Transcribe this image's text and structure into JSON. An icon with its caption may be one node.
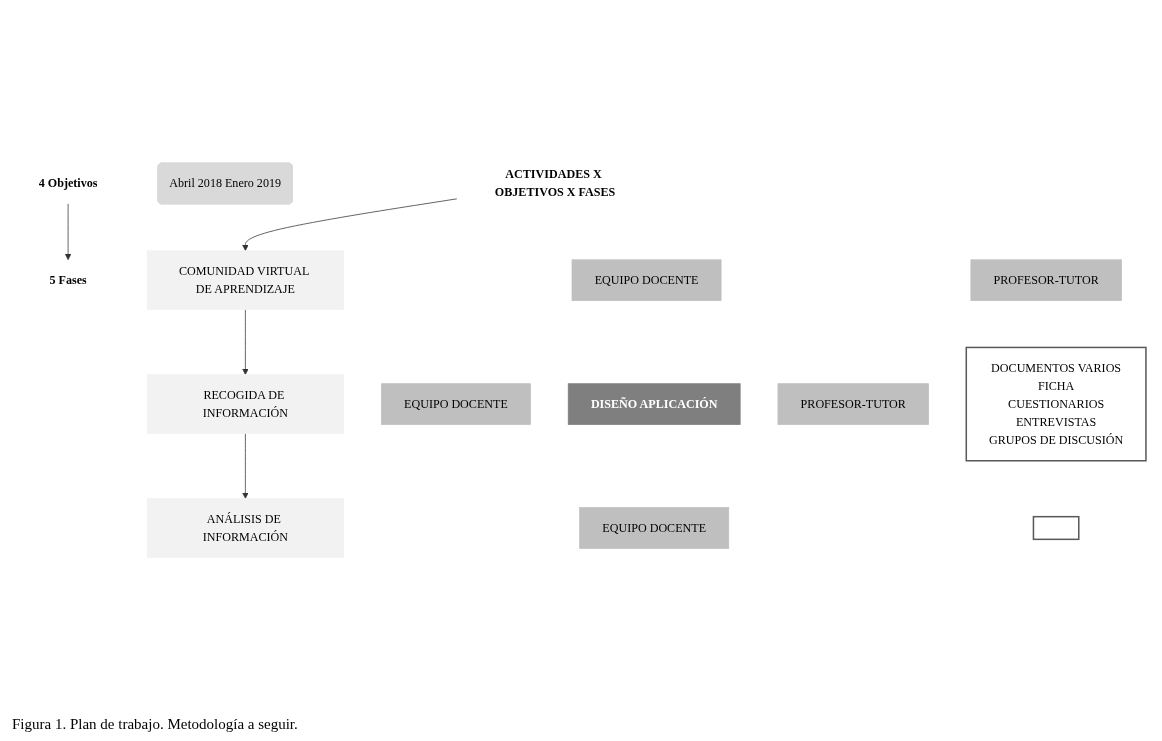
{
  "diagram": {
    "caption": "Figura 1. Plan de trabajo. Metodología a seguir.",
    "nodes": [
      {
        "text": [
          "4 Objetivos"
        ]
      },
      {
        "text": [
          "5 Fases"
        ]
      },
      {
        "text": [
          "Abril 2018 Enero 2019"
        ]
      },
      {
        "text": [
          "ACTIVIDADES X OBJETIVOS X FASES"
        ]
      },
      {
        "text": [
          "EQUIPO DOCENTE"
        ]
      },
      {
        "text": [
          "COMUNIDAD VIRTUAL DE APRENDIZAJE"
        ]
      },
      {
        "text": [
          "PROFESOR-TUTOR"
        ]
      },
      {
        "text": [
          "EQUIPO DOCENTE"
        ]
      },
      {
        "text": [
          "DISEÑO APLICACIÓN"
        ]
      },
      {
        "text": [
          "PROFESOR-TUTOR"
        ]
      },
      {
        "text": [
          "RECOGIDA DE INFORMACIÓN"
        ]
      },
      {
        "text": [
          "DOCUMENTOS VARIOS",
          "FICHA",
          "CUESTIONARIOS",
          "ENTREVISTAS",
          "GRUPOS DE DISCUSIÓN"
        ]
      },
      {
        "text": [
          "EQUIPO DOCENTE"
        ]
      },
      {
        "text": [
          "ANÁLISIS DE INFORMACIÓN"
        ]
      },
      {
        "text": [],
        "shape": "box"
      }
    ],
    "edges": [
      {
        "from": 0,
        "to": 1,
        "arrow": "to"
      },
      {
        "from": 3,
        "to": 5,
        "arrow": "to"
      },
      {
        "from": 5,
        "to": 10,
        "arrow": "to"
      },
      {
        "from": 10,
        "to": 13,
        "arrow": "to"
      }
    ]
  }
}
